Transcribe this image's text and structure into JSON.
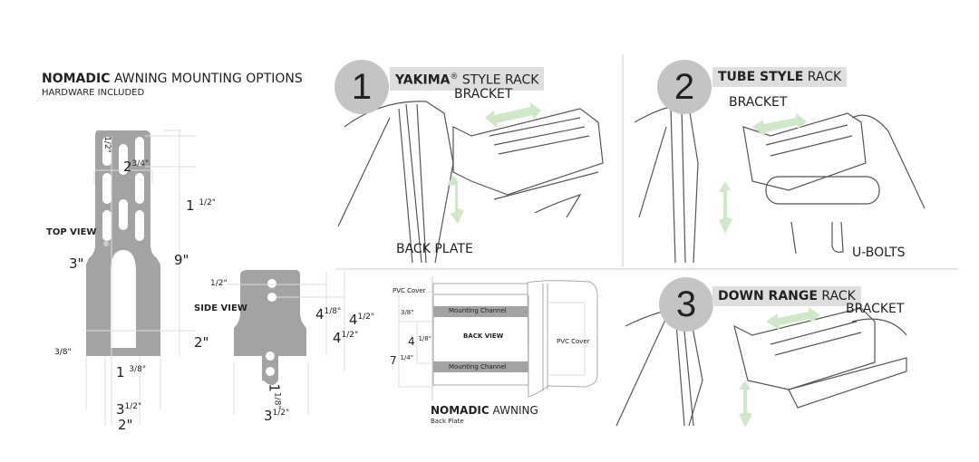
{
  "header": {
    "title_bold": "NOMADIC",
    "title_rest": "AWNING MOUNTING OPTIONS",
    "subtitle": "HARDWARE INCLUDED"
  },
  "top_view": {
    "label": "TOP VIEW",
    "dims": {
      "half": "1/2\"",
      "w_main": "2",
      "w_sup": "3/4\"",
      "one_half_main": "1",
      "one_half_sup": "1/2\"",
      "three": "3\"",
      "nine": "9\"",
      "two": "2\"",
      "three_eighths": "3/8\"",
      "one_3_8_main": "1",
      "one_3_8_sup": "3/8\"",
      "three_half_main": "3",
      "three_half_sup": "1/2\"",
      "two_bottom": "2\""
    }
  },
  "side_view": {
    "label": "SIDE VIEW",
    "dims": {
      "half": "1/2\"",
      "a_main": "4",
      "a_sup": "1/8\"",
      "b_main": "4",
      "b_sup": "1/2\"",
      "c_main": "4",
      "c_sup": "1/2\"",
      "one_eighth_main": "1",
      "one_eighth_sup": "1/8\"",
      "three_half_main": "3",
      "three_half_sup": "1/2\""
    }
  },
  "back_plate": {
    "pvc_top": "PVC Cover",
    "three_eighths": "3/8\"",
    "four_main": "4",
    "four_sup": "1/8\"",
    "seven_main": "7",
    "seven_sup": "1/4\"",
    "channel_top": "Mounting Channel",
    "channel_bottom": "Mounting Channel",
    "back_view": "BACK VIEW",
    "pvc_side": "PVC Cover",
    "title_bold": "NOMADIC",
    "title_rest": "AWNING",
    "subtitle": "Back Plate"
  },
  "options": [
    {
      "number": "1",
      "tag_bold": "YAKIMA",
      "tag_reg": "®",
      "tag_rest": "STYLE RACK",
      "labels": [
        "BRACKET",
        "BACK PLATE"
      ]
    },
    {
      "number": "2",
      "tag_bold": "TUBE STYLE",
      "tag_rest": "RACK",
      "labels": [
        "BRACKET",
        "U-BOLTS"
      ]
    },
    {
      "number": "3",
      "tag_bold": "DOWN RANGE",
      "tag_rest": "RACK",
      "labels": [
        "BRACKET"
      ]
    }
  ],
  "colors": {
    "plate": "#a3a3a3",
    "circle": "#c4c4c4",
    "arrow": "#cfe8c8",
    "tag": "#dedede"
  }
}
